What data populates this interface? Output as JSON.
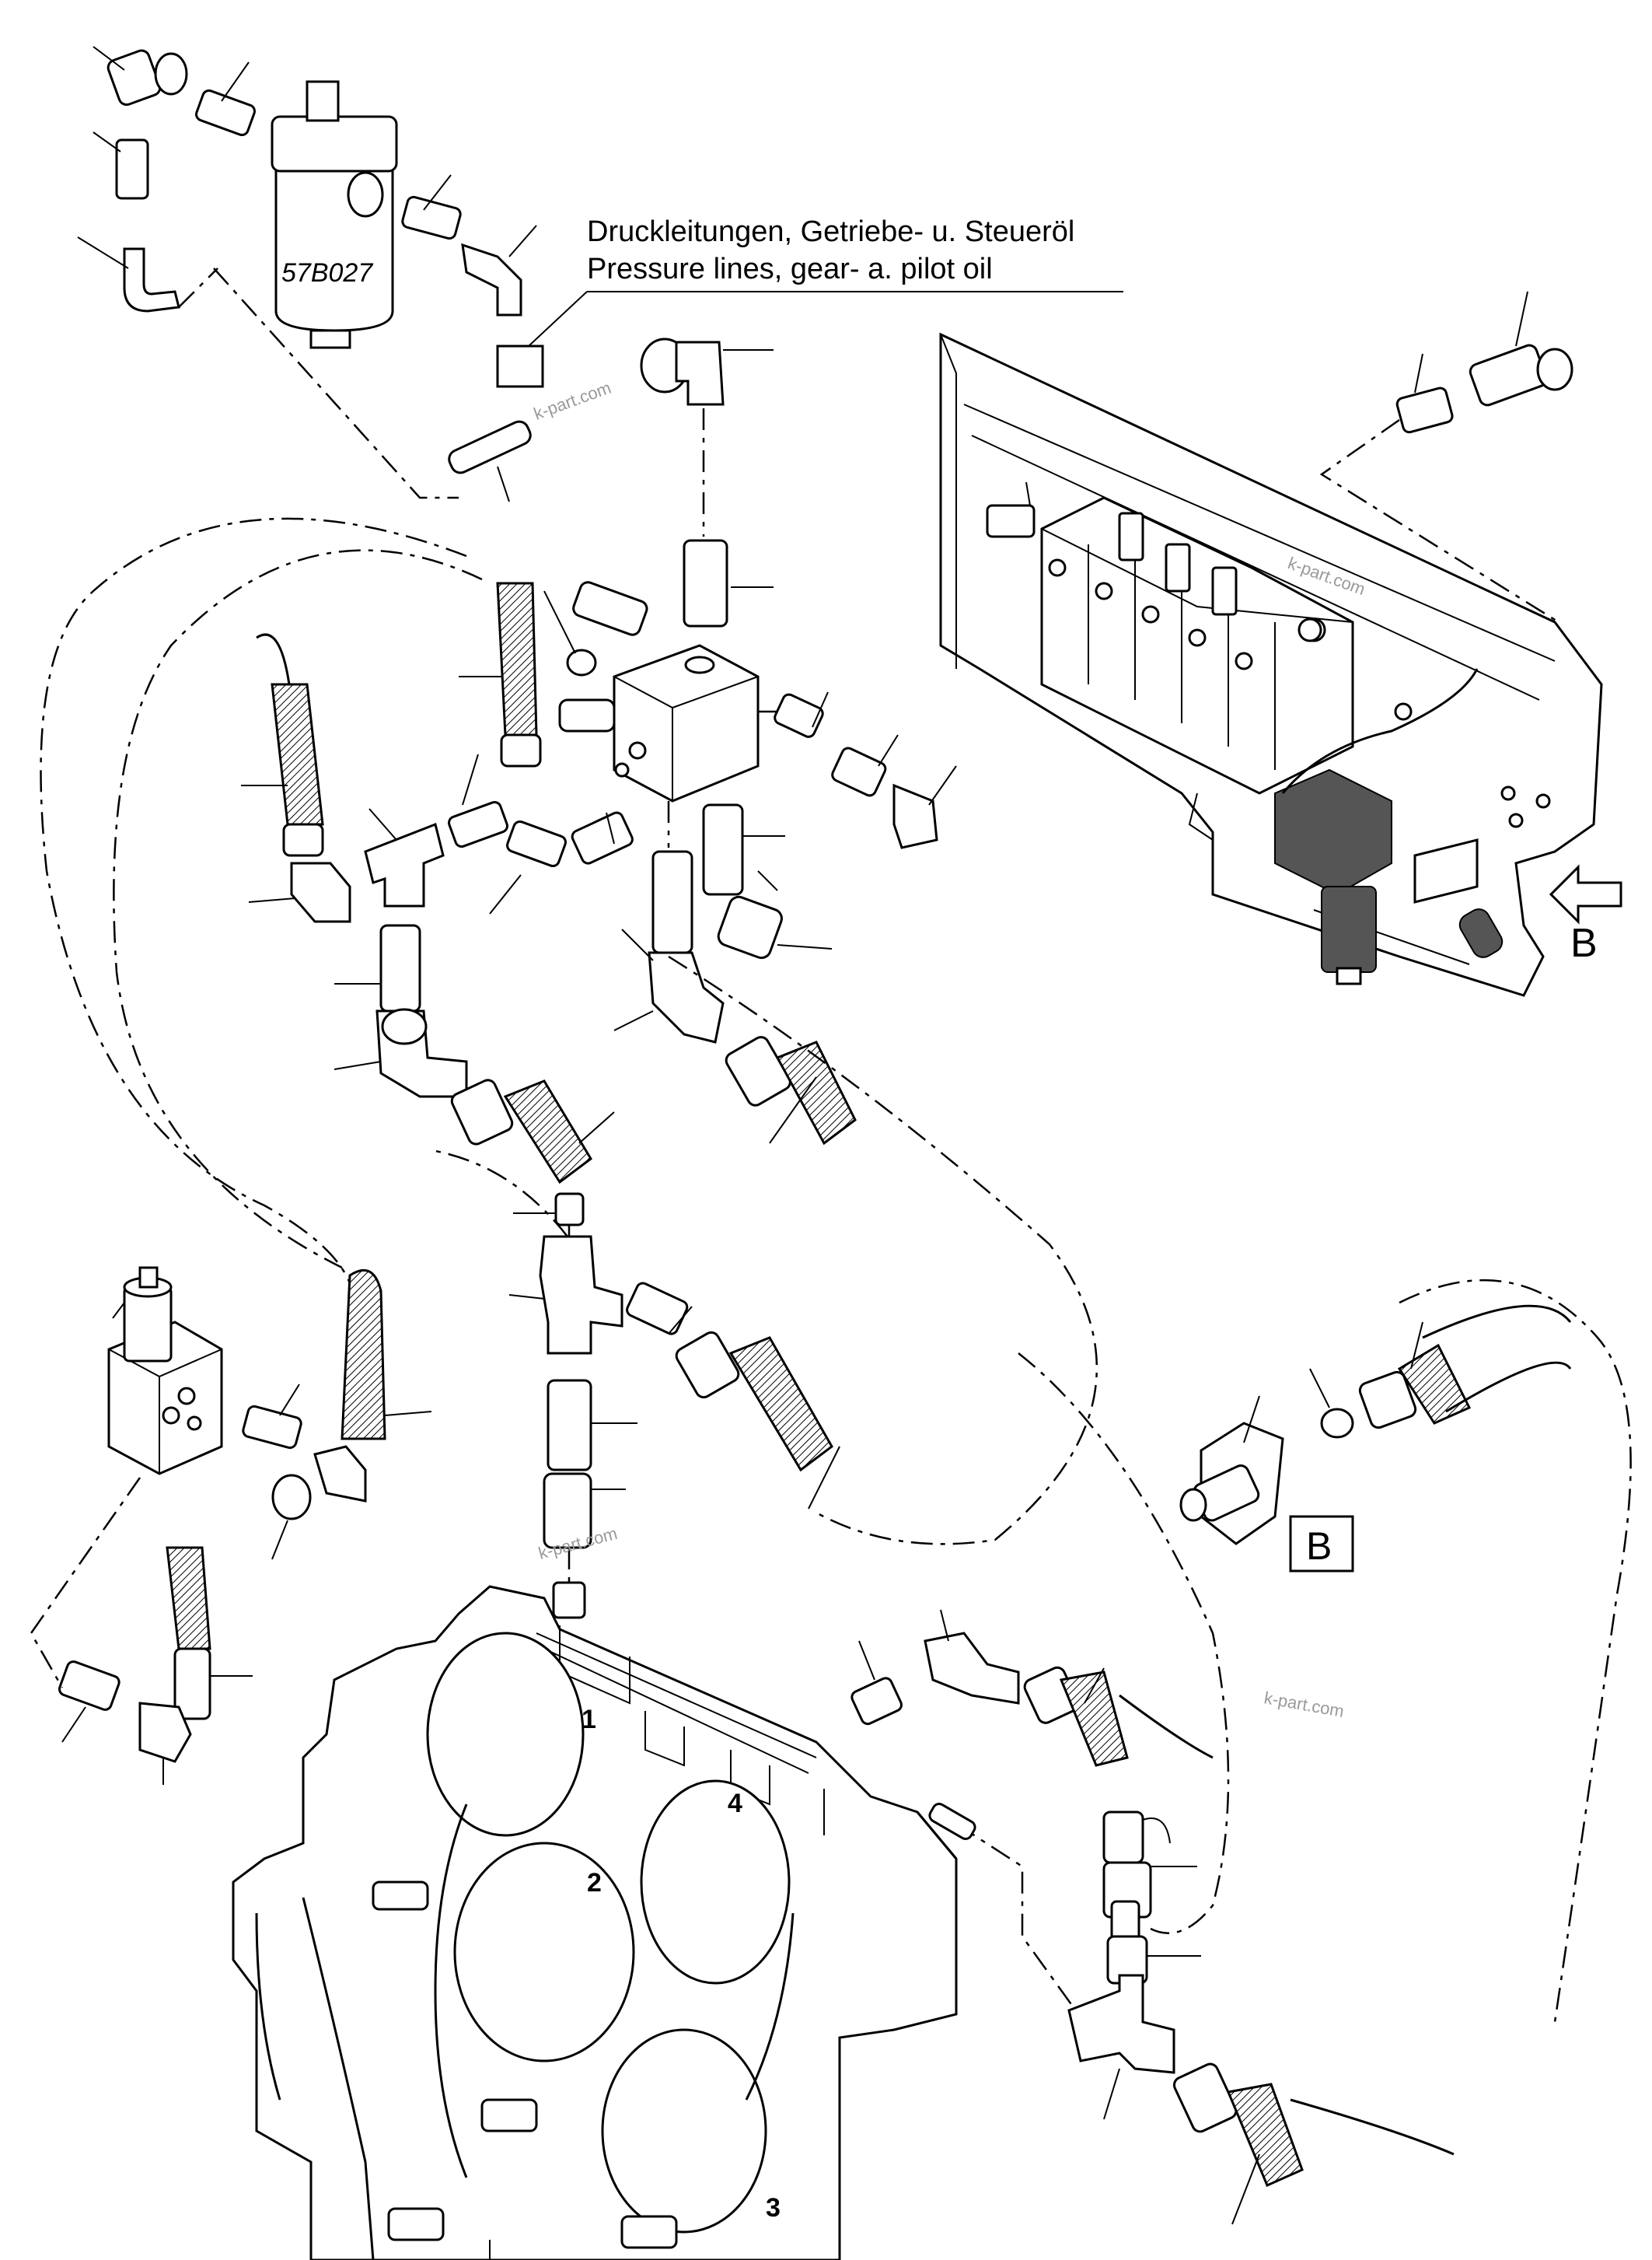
{
  "title": {
    "line_de": "Druckleitungen, Getriebe- u. Steueröl",
    "line_en": "Pressure lines, gear- a. pilot oil"
  },
  "filter_label": "57B027",
  "view_letter": "B",
  "view_box_label": "B",
  "gear_numbers": [
    "1",
    "2",
    "3",
    "4"
  ],
  "watermark": "k-part.com"
}
